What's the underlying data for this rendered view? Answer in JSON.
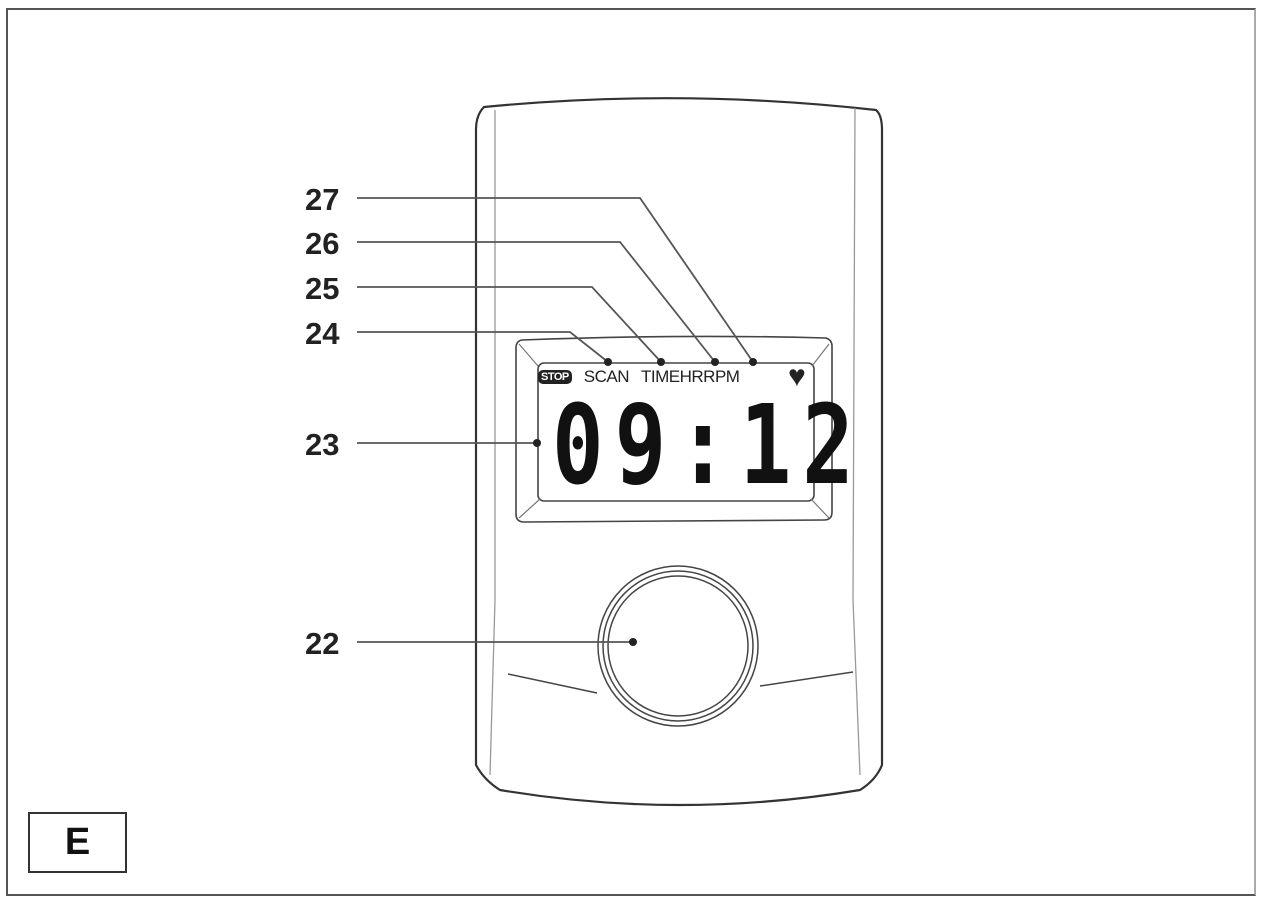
{
  "figure": {
    "label": "E",
    "description": "Exercise console display diagram with numbered callouts"
  },
  "callouts": [
    {
      "number": "27",
      "target": "heart-rate indicator segment"
    },
    {
      "number": "26",
      "target": "RPM label"
    },
    {
      "number": "25",
      "target": "TIME label"
    },
    {
      "number": "24",
      "target": "SCAN label"
    },
    {
      "number": "23",
      "target": "LCD digit display"
    },
    {
      "number": "22",
      "target": "control knob / button"
    }
  ],
  "display": {
    "stop_badge": "STOP",
    "labels": [
      "SCAN",
      "TIME",
      "HR",
      "RPM"
    ],
    "digits": "09:12",
    "heart_icon": "♥"
  },
  "colors": {
    "line": "#333333",
    "light_line": "#999999",
    "text": "#222222",
    "background": "#ffffff"
  }
}
